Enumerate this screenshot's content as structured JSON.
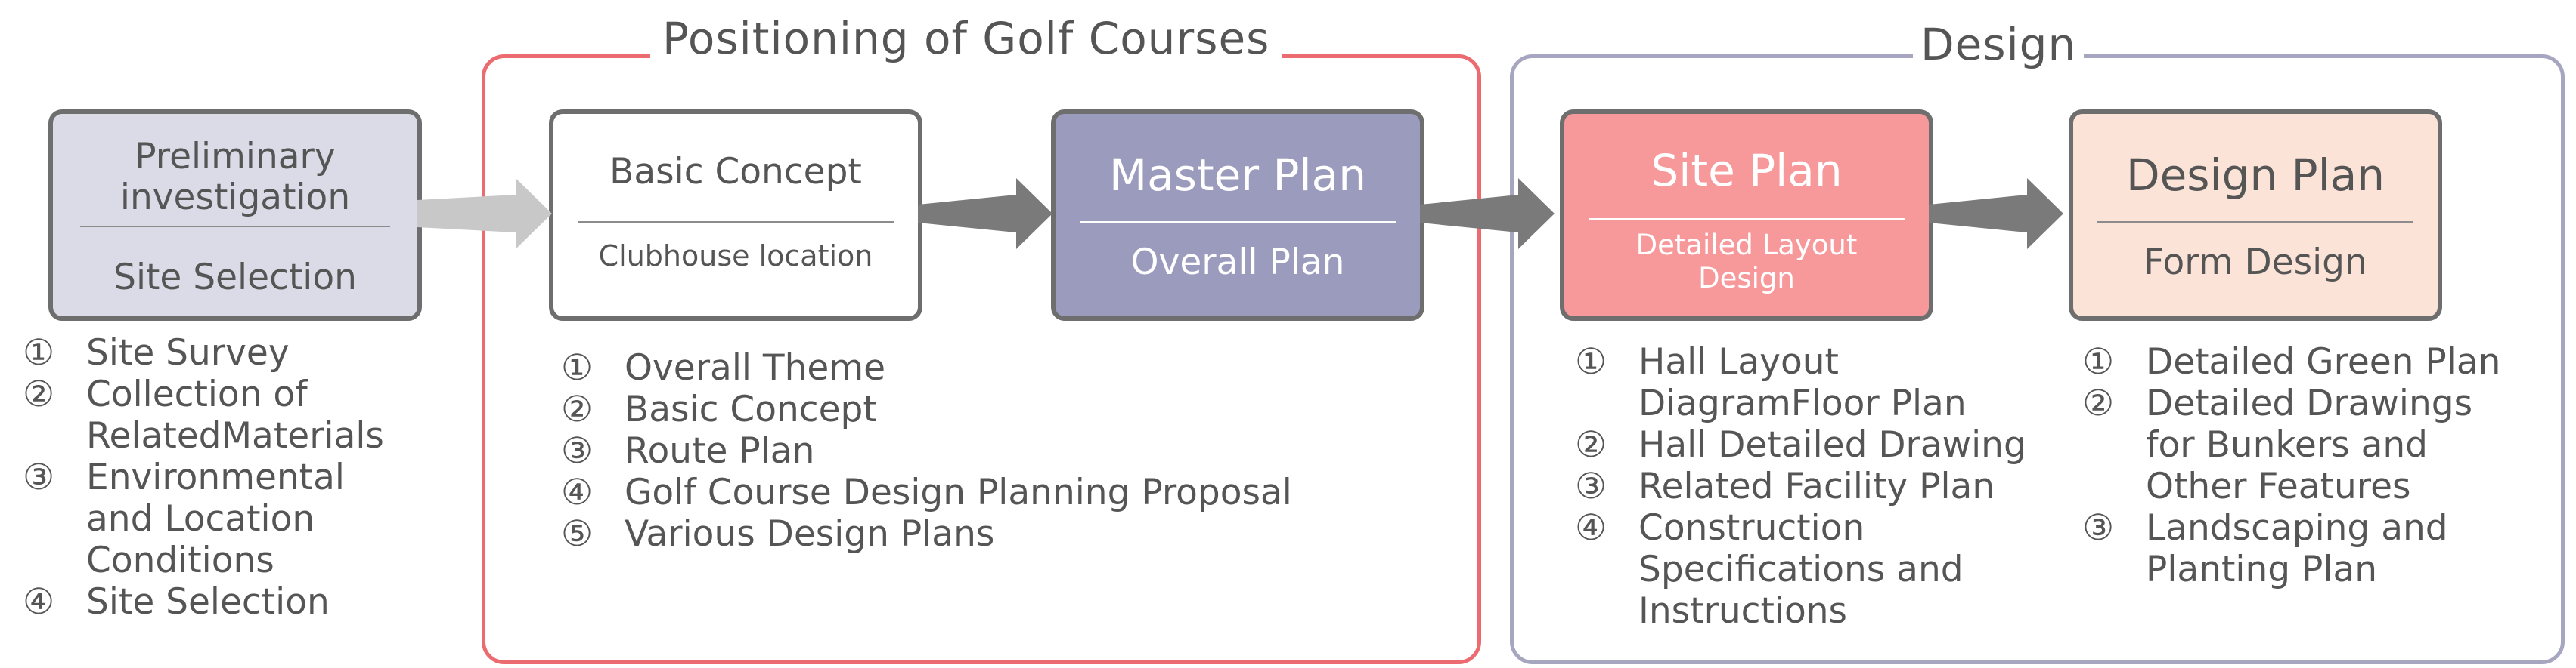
{
  "groups": {
    "positioning": {
      "title": "Positioning of Golf Courses",
      "border_color": "#ec6b70"
    },
    "design": {
      "title": "Design",
      "border_color": "#a6a6c1"
    }
  },
  "boxes": {
    "preliminary": {
      "title": "Preliminary investigation",
      "subtitle": "Site Selection",
      "fill": "#dbdbe7"
    },
    "basic_concept": {
      "title": "Basic Concept",
      "subtitle": "Clubhouse location",
      "fill": "#ffffff"
    },
    "master_plan": {
      "title": "Master Plan",
      "subtitle": "Overall Plan",
      "fill": "#9b9cbd"
    },
    "site_plan": {
      "title": "Site Plan",
      "subtitle": "Detailed Layout Design",
      "fill": "#f7989a"
    },
    "design_plan": {
      "title": "Design Plan",
      "subtitle": "Form Design",
      "fill": "#fbe3d8"
    }
  },
  "lists": {
    "preliminary": [
      {
        "num": "①",
        "lines": [
          "Site Survey"
        ]
      },
      {
        "num": "②",
        "lines": [
          "Collection of",
          "RelatedMaterials"
        ]
      },
      {
        "num": "③",
        "lines": [
          "Environmental",
          "and Location",
          "Conditions"
        ]
      },
      {
        "num": "④",
        "lines": [
          "Site Selection"
        ]
      }
    ],
    "positioning": [
      {
        "num": "①",
        "lines": [
          "Overall Theme"
        ]
      },
      {
        "num": "②",
        "lines": [
          "Basic Concept"
        ]
      },
      {
        "num": "③",
        "lines": [
          "Route Plan"
        ]
      },
      {
        "num": "④",
        "lines": [
          "Golf Course Design Planning Proposal"
        ]
      },
      {
        "num": "⑤",
        "lines": [
          "Various Design Plans"
        ]
      }
    ],
    "site_plan": [
      {
        "num": "①",
        "lines": [
          "Hall Layout",
          "DiagramFloor Plan"
        ]
      },
      {
        "num": "②",
        "lines": [
          "Hall Detailed Drawing"
        ]
      },
      {
        "num": "③",
        "lines": [
          "Related Facility Plan"
        ]
      },
      {
        "num": "④",
        "lines": [
          "Construction",
          "Specifications and",
          "Instructions"
        ]
      }
    ],
    "design_plan": [
      {
        "num": "①",
        "lines": [
          "Detailed Green Plan"
        ]
      },
      {
        "num": "②",
        "lines": [
          "Detailed Drawings",
          "for Bunkers and",
          "Other Features"
        ]
      },
      {
        "num": "③",
        "lines": [
          "Landscaping and",
          "Planting Plan"
        ]
      }
    ]
  },
  "arrows": {
    "first_color": "#c8c8c8",
    "color": "#7a7a7a"
  }
}
